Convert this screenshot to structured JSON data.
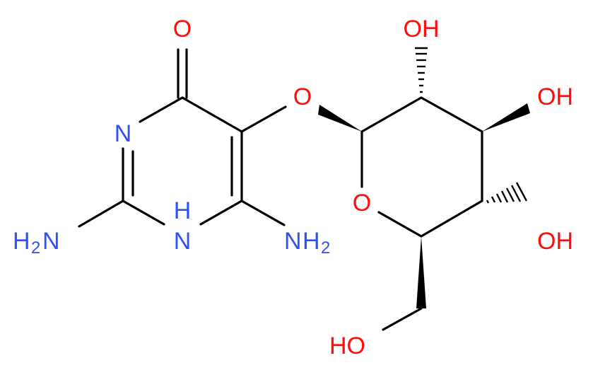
{
  "colors": {
    "bond": "#000000",
    "oxygen": "#ff0d0d",
    "nitrogen": "#3050f8",
    "background": "#ffffff"
  },
  "atoms": {
    "carbonyl_o": "O",
    "ring_n3": "N",
    "ring_n1": "N",
    "ring_n1_h": "H",
    "amine_2": "NH2",
    "amine_2_main": "H",
    "amine_2_sub": "2",
    "amine_2_n": "N",
    "amine_6_n": "N",
    "amine_6_h": "H",
    "amine_6_sub": "2",
    "glycosidic_o": "O",
    "ring_o": "O",
    "oh_c2": "OH",
    "oh_c3": "OH",
    "oh_c4": "OH",
    "oh_c6": "HO"
  }
}
